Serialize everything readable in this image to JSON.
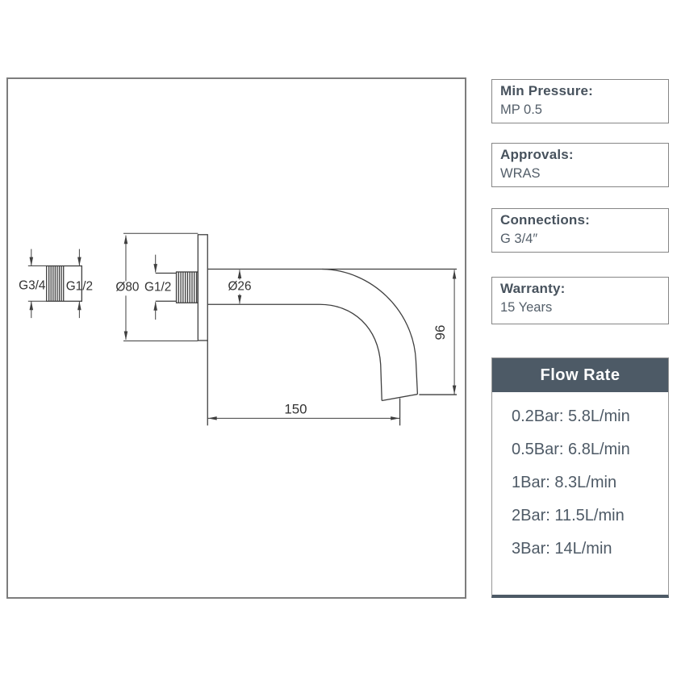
{
  "drawing": {
    "adapter": {
      "dim_left": "G3/4",
      "dim_right": "G1/2"
    },
    "main": {
      "dim_plate": "Ø80",
      "dim_inlet": "G1/2",
      "dim_spout": "Ø26",
      "dim_height": "96",
      "dim_reach": "150"
    }
  },
  "specs": [
    {
      "label": "Min Pressure:",
      "value": "MP 0.5"
    },
    {
      "label": "Approvals:",
      "value": "WRAS"
    },
    {
      "label": "Connections:",
      "value": "G 3/4″"
    },
    {
      "label": "Warranty:",
      "value": "15 Years"
    }
  ],
  "flow_rate": {
    "title": "Flow Rate",
    "rows": [
      "0.2Bar: 5.8L/min",
      "0.5Bar: 6.8L/min",
      "1Bar: 8.3L/min",
      "2Bar: 11.5L/min",
      "3Bar: 14L/min"
    ]
  },
  "colors": {
    "accent": "#4d5a66",
    "spec_text": "#4a5661",
    "drawing_line": "#3f3f3f",
    "box_border": "#868686"
  }
}
